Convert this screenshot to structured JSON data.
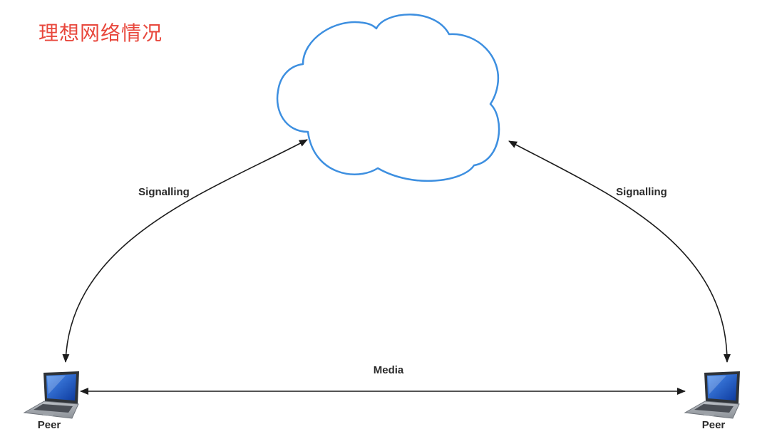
{
  "title": "理想网络情况",
  "cloud": {
    "icon": "cloud-icon"
  },
  "links": {
    "signalling_left": "Signalling",
    "signalling_right": "Signalling",
    "media": "Media"
  },
  "peers": [
    {
      "label": "Peer",
      "icon": "laptop-icon"
    },
    {
      "label": "Peer",
      "icon": "laptop-icon"
    }
  ],
  "colors": {
    "background": "#ffffff",
    "title": "#e8473c",
    "cloud_outline": "#3d8fe0",
    "arrow": "#1c1c1c",
    "label": "#2b2b2b",
    "screen_light": "#4a8ef0",
    "screen_dark": "#0d3a9e",
    "laptop_body": "#b9bdc3"
  }
}
